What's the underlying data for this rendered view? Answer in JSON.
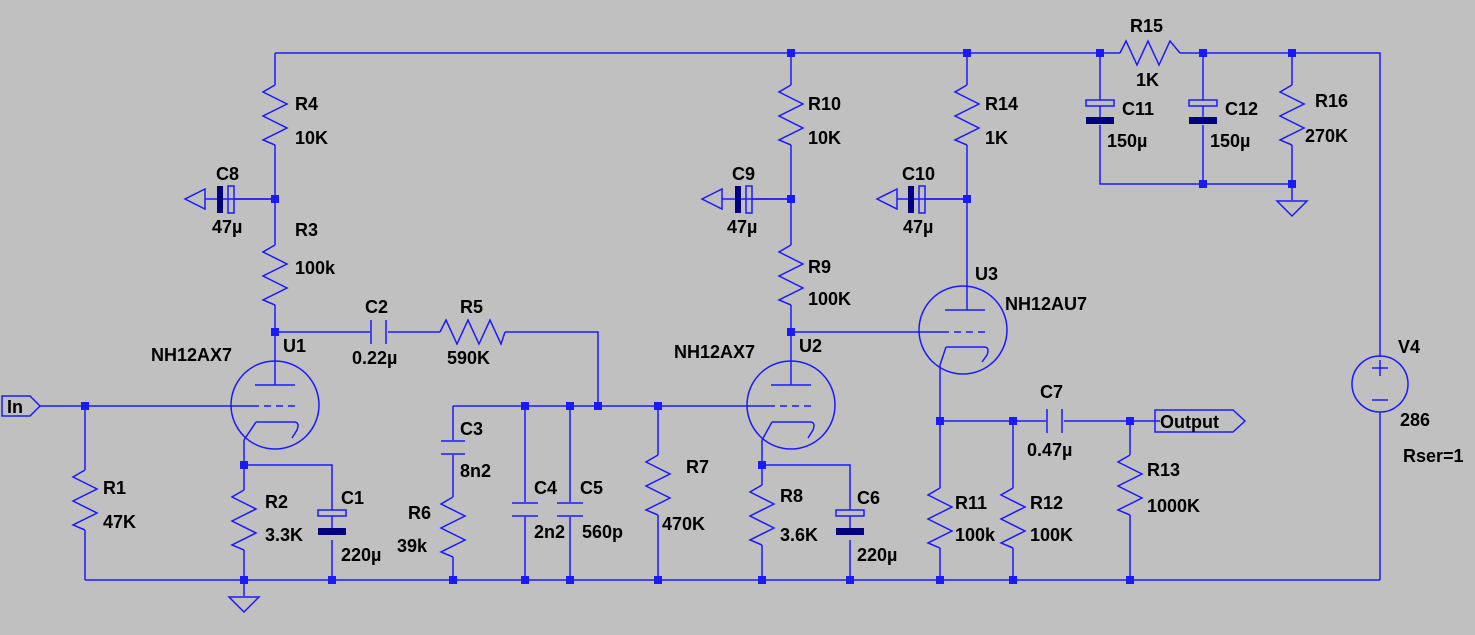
{
  "colors": {
    "background": "#c0c0c0",
    "wire": "#1a1aff",
    "junction": "#1a1aff",
    "cap_plate": "#000080",
    "text": "#000000"
  },
  "labels": {
    "R1": {
      "ref": "R1",
      "value": "47K"
    },
    "R2": {
      "ref": "R2",
      "value": "3.3K"
    },
    "R3": {
      "ref": "R3",
      "value": "100k"
    },
    "R4": {
      "ref": "R4",
      "value": "10K"
    },
    "R5": {
      "ref": "R5",
      "value": "590K"
    },
    "R6": {
      "ref": "R6",
      "value": "39k"
    },
    "R7": {
      "ref": "R7",
      "value": "470K"
    },
    "R8": {
      "ref": "R8",
      "value": "3.6K"
    },
    "R9": {
      "ref": "R9",
      "value": "100K"
    },
    "R10": {
      "ref": "R10",
      "value": "10K"
    },
    "R11": {
      "ref": "R11",
      "value": "100k"
    },
    "R12": {
      "ref": "R12",
      "value": "100K"
    },
    "R13": {
      "ref": "R13",
      "value": "1000K"
    },
    "R14": {
      "ref": "R14",
      "value": "1K"
    },
    "R15": {
      "ref": "R15",
      "value": "1K"
    },
    "R16": {
      "ref": "R16",
      "value": "270K"
    },
    "C1": {
      "ref": "C1",
      "value": "220µ"
    },
    "C2": {
      "ref": "C2",
      "value": "0.22µ"
    },
    "C3": {
      "ref": "C3",
      "value": "8n2"
    },
    "C4": {
      "ref": "C4",
      "value": "2n2"
    },
    "C5": {
      "ref": "C5",
      "value": "560p"
    },
    "C6": {
      "ref": "C6",
      "value": "220µ"
    },
    "C7": {
      "ref": "C7",
      "value": "0.47µ"
    },
    "C8": {
      "ref": "C8",
      "value": "47µ"
    },
    "C9": {
      "ref": "C9",
      "value": "47µ"
    },
    "C10": {
      "ref": "C10",
      "value": "47µ"
    },
    "C11": {
      "ref": "C11",
      "value": "150µ"
    },
    "C12": {
      "ref": "C12",
      "value": "150µ"
    },
    "U1": {
      "ref": "U1",
      "value": "NH12AX7"
    },
    "U2": {
      "ref": "U2",
      "value": "NH12AX7"
    },
    "U3": {
      "ref": "U3",
      "value": "NH12AU7"
    },
    "V4": {
      "ref": "V4",
      "value": "286",
      "extra": "Rser=1"
    }
  },
  "ports": {
    "input": "In",
    "output": "Output"
  }
}
